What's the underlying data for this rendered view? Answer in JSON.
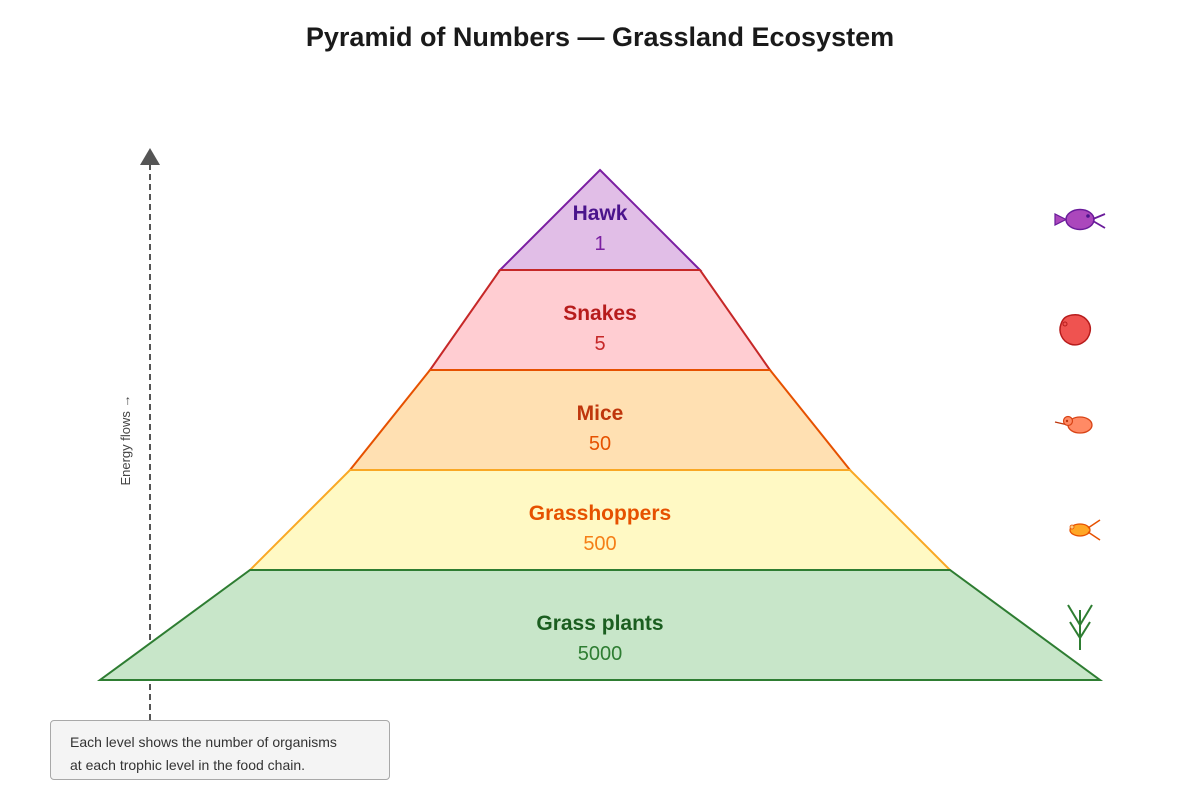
{
  "title": "Pyramid of Numbers — Grassland Ecosystem",
  "axis": {
    "label": "Energy flows →"
  },
  "levels": [
    {
      "name": "Hawk",
      "count": "1",
      "icon": "hawk-icon",
      "fill": "#e1bee7",
      "stroke": "#7b1fa2",
      "name_color": "#4a148c",
      "count_color": "#7b1fa2"
    },
    {
      "name": "Snakes",
      "count": "5",
      "icon": "snake-icon",
      "fill": "#ffcdd2",
      "stroke": "#c62828",
      "name_color": "#b71c1c",
      "count_color": "#c62828"
    },
    {
      "name": "Mice",
      "count": "50",
      "icon": "mouse-icon",
      "fill": "#ffe0b2",
      "stroke": "#e65100",
      "name_color": "#bf360c",
      "count_color": "#e65100"
    },
    {
      "name": "Grasshoppers",
      "count": "500",
      "icon": "grasshopper-icon",
      "fill": "#fff9c4",
      "stroke": "#f9a825",
      "name_color": "#e65100",
      "count_color": "#f57f17"
    },
    {
      "name": "Grass plants",
      "count": "5000",
      "icon": "grass-icon",
      "fill": "#c8e6c9",
      "stroke": "#2e7d32",
      "name_color": "#1b5e20",
      "count_color": "#2e7d32"
    }
  ],
  "note": {
    "line1": "Each level shows the number of organisms",
    "line2": "at each trophic level in the food chain."
  }
}
